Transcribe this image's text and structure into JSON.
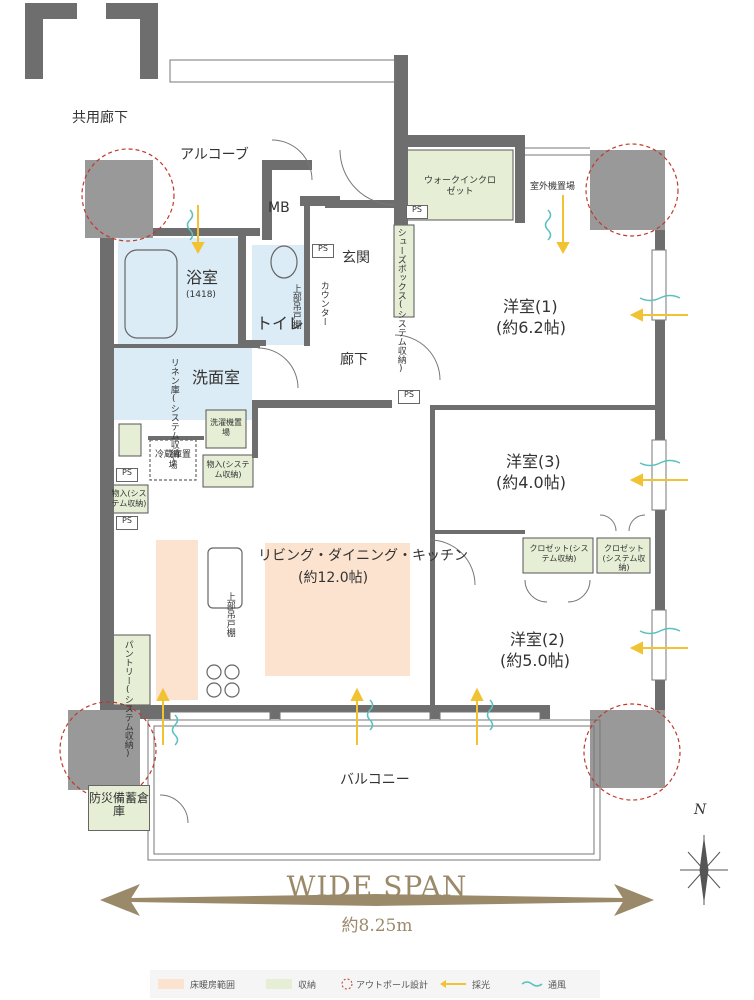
{
  "rooms": {
    "corridor": "共用廊下",
    "alcove": "アルコーブ",
    "mb": "MB",
    "entrance": "玄関",
    "shoes_box": "シューズボックス(システム収納)",
    "walk_in": "ウォークインクロゼット",
    "outdoor_unit": "室外機置場",
    "bath": "浴室",
    "bath_size": "(1418)",
    "toilet": "トイレ",
    "upper_cabinet": "上部吊戸棚",
    "counter": "カウンター",
    "hallway": "廊下",
    "washroom": "洗面室",
    "linen": "リネン庫(システム収納)",
    "washer": "洗濯機置場",
    "fridge": "冷蔵庫置場",
    "storage": "物入(システム収納)",
    "storage2": "物入(システム収納)",
    "ldk": "リビング・ダイニング・キッチン",
    "ldk_size": "(約12.0帖)",
    "pantry": "パントリー(システム収納)",
    "kitchen_upper": "上部吊戸棚",
    "room1": "洋室(1)",
    "room1_size": "(約6.2帖)",
    "room3": "洋室(3)",
    "room3_size": "(約4.0帖)",
    "room2": "洋室(2)",
    "room2_size": "(約5.0帖)",
    "closet1": "クロゼット(システム収納)",
    "closet2": "クロゼット(システム収納)",
    "balcony": "バルコニー",
    "disaster": "防災備蓄倉庫",
    "ps": "PS"
  },
  "compass": "N",
  "wide_span": {
    "title": "WIDE SPAN",
    "subtitle": "約8.25m"
  },
  "legend": {
    "floor_heating": "床暖房範囲",
    "storage": "収納",
    "outpole": "アウトポール設計",
    "light": "採光",
    "wind": "通風"
  },
  "colors": {
    "wall": "#6e6e6e",
    "pillar": "#999999",
    "floor_heating": "#fbe3cf",
    "storage": "#e6efd6",
    "wet_area": "#dcecf6",
    "arrow_light": "#f1c232",
    "arrow_wind": "#5cc0c0",
    "circle": "#c0392b",
    "gold": "#9a8a6a"
  }
}
